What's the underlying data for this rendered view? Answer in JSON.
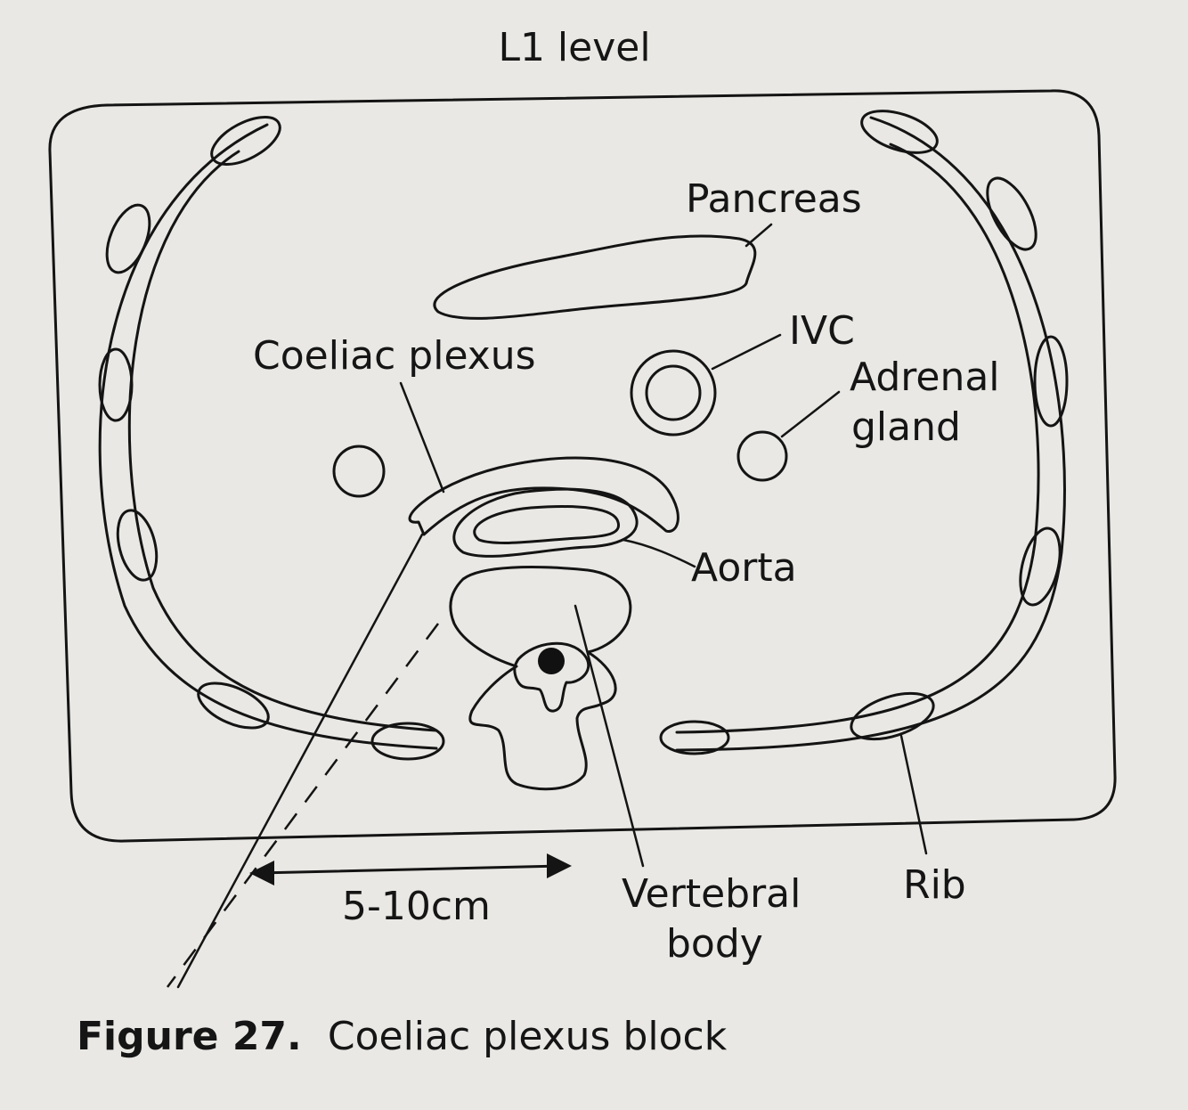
{
  "diagram": {
    "title": "L1 level",
    "labels": {
      "pancreas": "Pancreas",
      "ivc": "IVC",
      "adrenal_line1": "Adrenal",
      "adrenal_line2": "gland",
      "coeliac_plexus": "Coeliac plexus",
      "aorta": "Aorta",
      "distance": "5-10cm",
      "vertebral_line1": "Vertebral",
      "vertebral_line2": "body",
      "rib": "Rib"
    }
  },
  "caption": {
    "number": "Figure 27.",
    "text": "Coeliac plexus block"
  }
}
